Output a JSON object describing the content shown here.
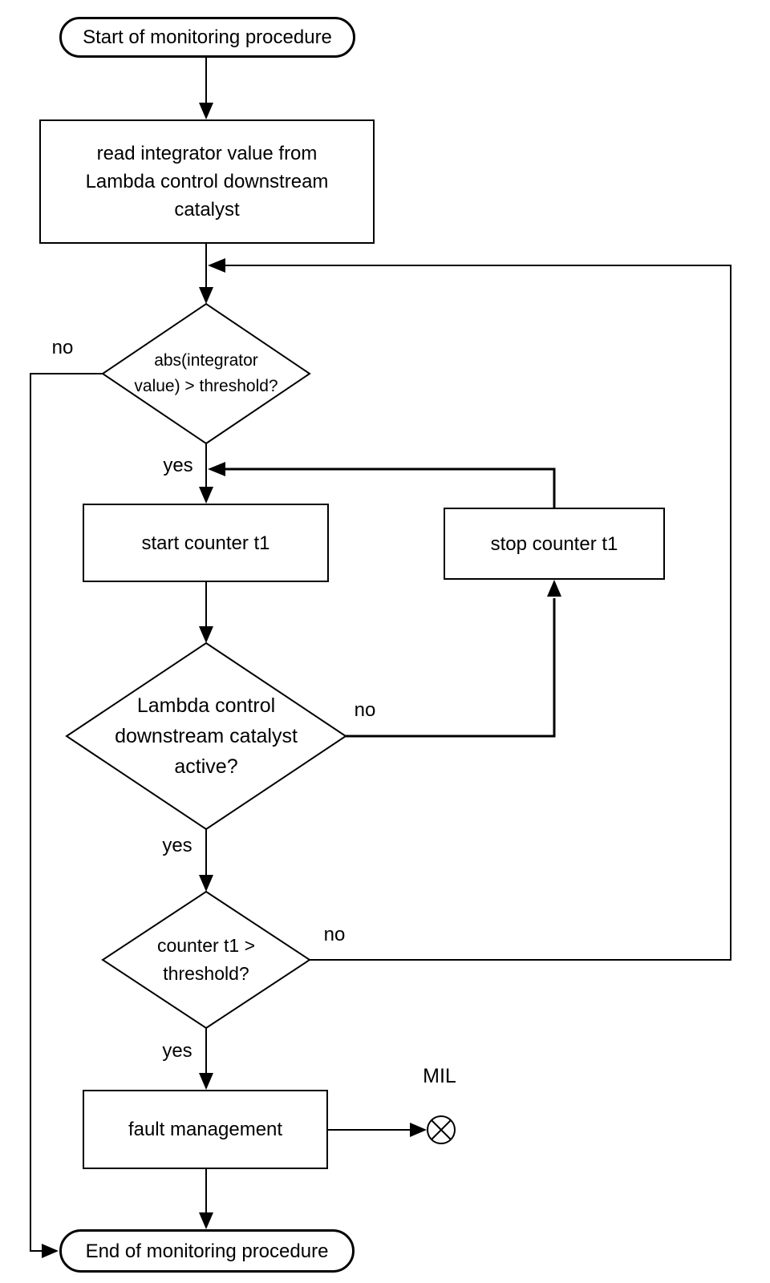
{
  "diagram": {
    "background": "#ffffff",
    "stroke_color": "#000000",
    "text_color": "#000000"
  },
  "nodes": {
    "start": {
      "label": "Start of monitoring procedure"
    },
    "read_integrator": {
      "lines": [
        "read integrator value from",
        "Lambda control downstream",
        "catalyst"
      ]
    },
    "decision_integrator": {
      "lines": [
        "abs(integrator",
        "value) > threshold?"
      ]
    },
    "start_counter": {
      "label": "start counter t1"
    },
    "stop_counter": {
      "label": "stop counter t1"
    },
    "decision_lambda": {
      "lines": [
        "Lambda control",
        "downstream catalyst",
        "active?"
      ]
    },
    "decision_counter": {
      "lines": [
        "counter t1 >",
        "threshold?"
      ]
    },
    "fault_management": {
      "label": "fault management"
    },
    "end": {
      "label": "End of monitoring procedure"
    },
    "mil": {
      "label": "MIL"
    }
  },
  "edge_labels": {
    "integrator_no": "no",
    "integrator_yes": "yes",
    "lambda_no": "no",
    "lambda_yes": "yes",
    "counter_no": "no",
    "counter_yes": "yes"
  }
}
